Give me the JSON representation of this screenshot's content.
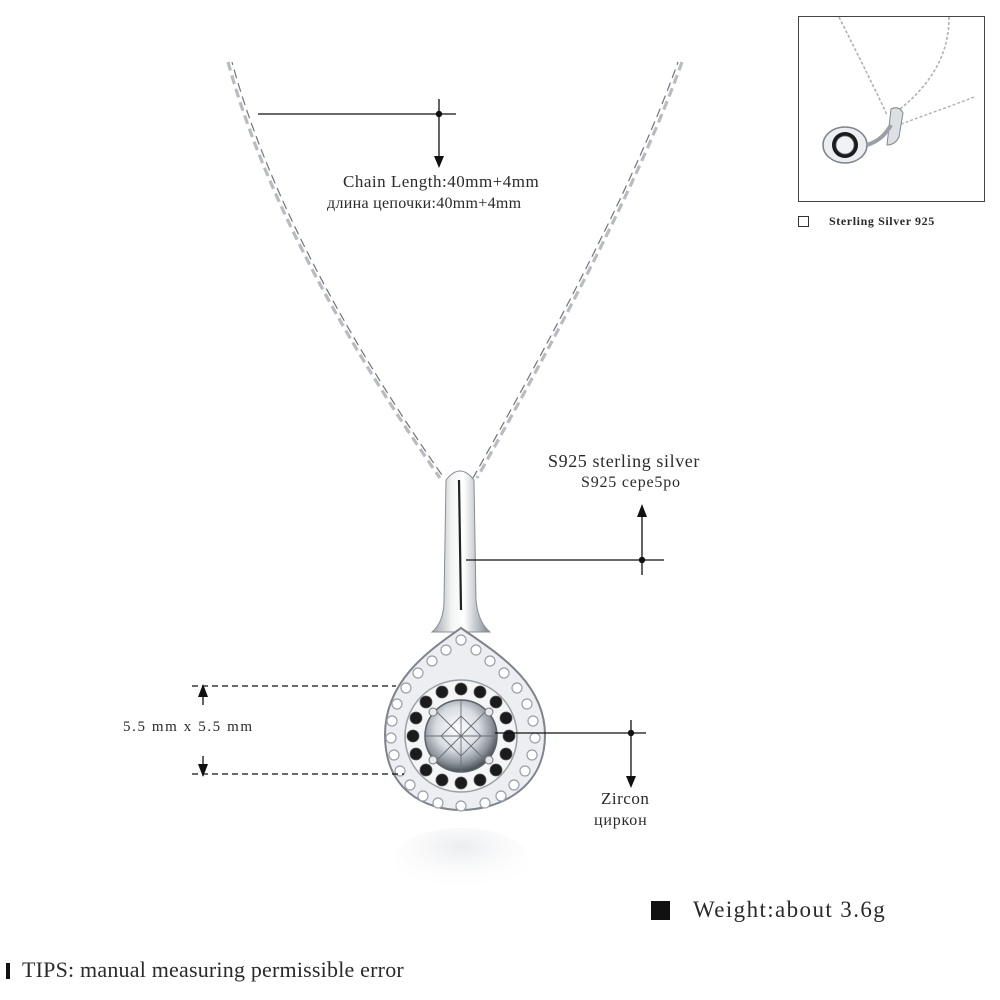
{
  "labels": {
    "chain_length_en": "Chain Length:40mm+4mm",
    "chain_length_ru": "длина цепочки:40mm+4mm",
    "material_en": "S925 sterling silver",
    "material_ru": "S925 cере5ро",
    "stone_size": "5.5 mm x 5.5 mm",
    "stone_en": "Zircon",
    "stone_ru": "циркон"
  },
  "thumbnail": {
    "caption": "Sterling Silver 925",
    "checkbox_checked": false
  },
  "weight": {
    "text": "Weight:about 3.6g"
  },
  "tips": {
    "text": "TIPS: manual measuring permissible error"
  },
  "colors": {
    "background": "#ffffff",
    "silver": "#c9ccd1",
    "dark_stone": "#1a1a1a",
    "annotation": "#111111"
  },
  "icons": [
    "weight-square-icon",
    "tips-bar-icon",
    "checkbox-icon"
  ]
}
